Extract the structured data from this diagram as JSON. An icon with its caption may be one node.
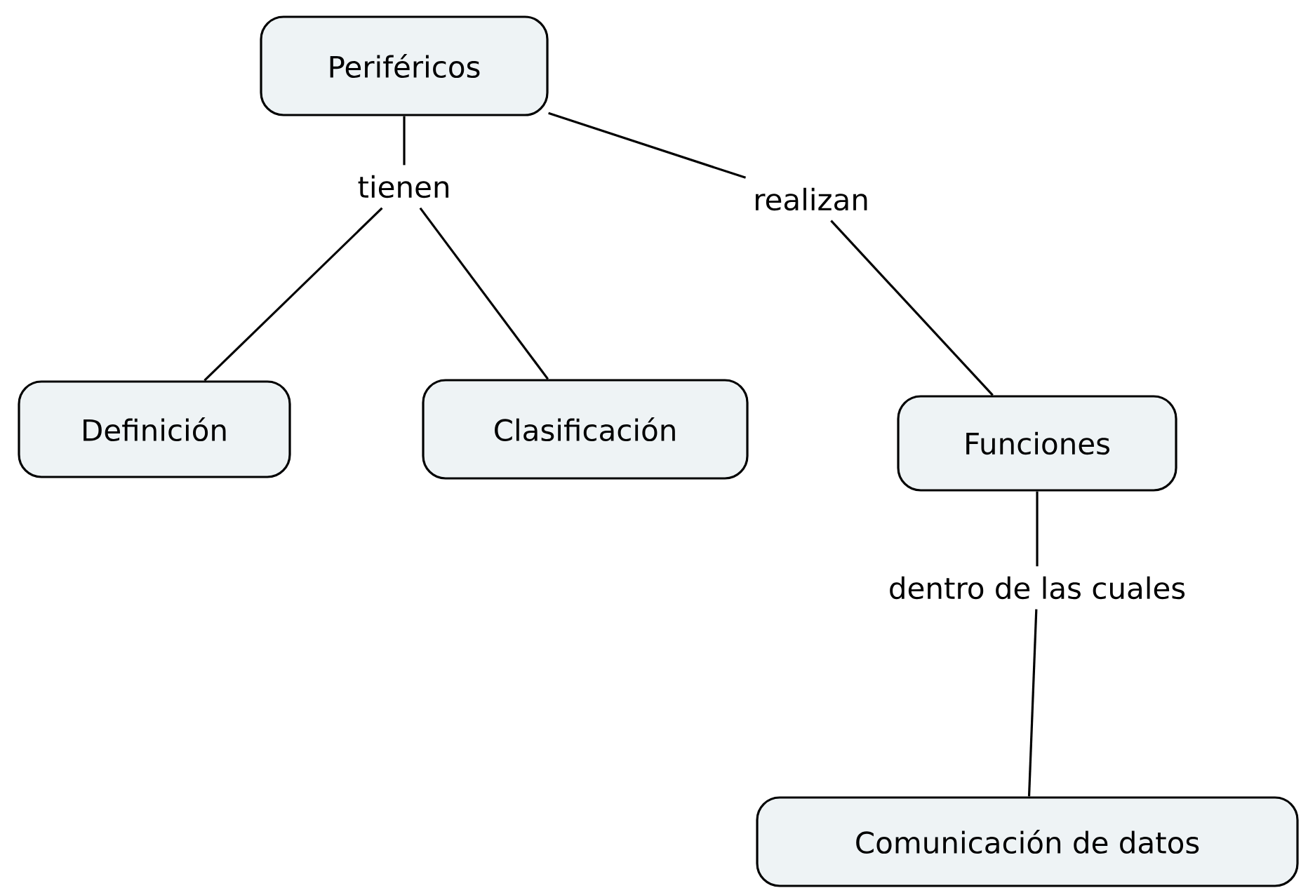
{
  "diagram": {
    "nodes": [
      {
        "text": [
          "Periféricos"
        ]
      },
      {
        "text": [
          "tienen"
        ]
      },
      {
        "text": [
          "realizan"
        ]
      },
      {
        "text": [
          "Definición"
        ]
      },
      {
        "text": [
          "Clasificación"
        ]
      },
      {
        "text": [
          "Funciones"
        ]
      },
      {
        "text": [
          "dentro de las cuales"
        ]
      },
      {
        "text": [
          "Comunicación de datos"
        ]
      }
    ],
    "edges": [
      {
        "from": 0,
        "to": 1,
        "arrow": "none"
      },
      {
        "from": 0,
        "to": 2,
        "arrow": "none"
      },
      {
        "from": 1,
        "to": 3,
        "arrow": "none"
      },
      {
        "from": 1,
        "to": 4,
        "arrow": "none"
      },
      {
        "from": 2,
        "to": 5,
        "arrow": "none"
      },
      {
        "from": 5,
        "to": 6,
        "arrow": "none"
      },
      {
        "from": 6,
        "to": 7,
        "arrow": "none"
      }
    ]
  }
}
